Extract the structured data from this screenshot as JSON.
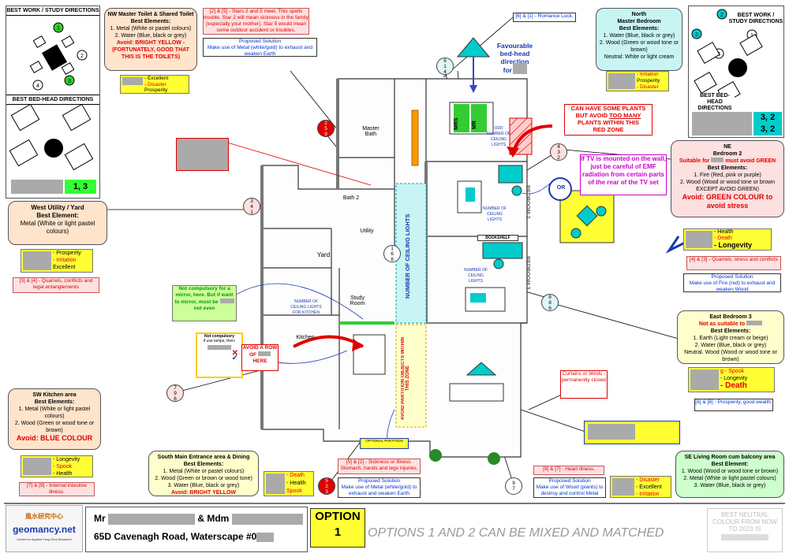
{
  "study_panel": {
    "title": "BEST WORK / STUDY DIRECTIONS",
    "numbers": [
      "1",
      "2",
      "3",
      "4"
    ]
  },
  "bedhead_panel": {
    "title": "BEST BED-HEAD DIRECTIONS",
    "value": "1, 3"
  },
  "right_panel": {
    "title": "BEST WORK / STUDY DIRECTIONS",
    "numbers": [
      "1",
      "2",
      "3",
      "4"
    ],
    "bedhead_title": "BEST BED-HEAD DIRECTIONS",
    "value1": "3, 2",
    "value2": "3, 2"
  },
  "nw_toilet": {
    "title": "NW Master Toilet & Shared Toilet",
    "best": "Best Elements:",
    "e1": "1. Metal (White or pastel colours)",
    "e2": "2. Water (Blue, black or grey)",
    "avoid": "Avoid: BRIGHT YELLOW - (FORTUNATELY, GOOD THAT THIS IS THE TOILETS)",
    "r1": "- Excellent",
    "r2": "- Disaster",
    "r3": "Prosperity"
  },
  "stars_note": {
    "text": "[2] & [5] - Stars 2 and 5 meet. This spells trouble. Star 2 will mean sickness in the family (especially your mother). Star 5 would mean some outdoor accident or troubles."
  },
  "nw_proposal": {
    "title": "Proposed Solution",
    "text": "Make use of Metal (white/gold) to exhaust and weaken Earth"
  },
  "romance": {
    "text": "[6] & [1] - Romance Luck."
  },
  "north_bed": {
    "title": "North",
    "title2": "Master Bedroom",
    "best": "Best Elements:",
    "e1": "1. Water (Blue, black or grey)",
    "e2": "2. Wood (Green or wood tone or brown)",
    "neutral": "Neutral: White or light cream",
    "r1": "- Irritation",
    "r2": "Prosperity",
    "r3": "- Disaster"
  },
  "favourable": {
    "line1": "Favourable",
    "line2": "bed-head",
    "line3": "direction",
    "line4": "for"
  },
  "plants_warn": {
    "l1": "CAN HAVE SOME PLANTS",
    "l2": "BUT AVOID",
    "l2u": "TOO MANY",
    "l3": "PLANTS WITHIN THIS",
    "l4": "RED ZONE"
  },
  "tv_warn": {
    "text": "If TV is mounted on the wall, just be careful of EMF radiation from certain parts of the rear of the TV set"
  },
  "ne_bed": {
    "title": "NE",
    "title2": "Bedroom 2",
    "suitable": "Suitable for",
    "must": "must avoid GREEN",
    "best": "Best Elements:",
    "e1": "1. Fire (Red, pink or purple)",
    "e2": "2. Wood (Wood or wood tone or brown EXCEPT AVOID GREEN)",
    "avoid": "Avoid: GREEN COLOUR to avoid stress",
    "r1": "- Health",
    "r2": "- Death",
    "r3": "- Longevity"
  },
  "ne_quarrel": {
    "text": "[4] & [3] - Quarrels, stress and conflicts"
  },
  "ne_proposal": {
    "title": "Proposed Solution",
    "text": "Make use of Fire (red) to exhaust and weaken Wood"
  },
  "west_yard": {
    "title": "West Utility / Yard",
    "best": "Best Element:",
    "e1": "Metal (White or light pastel colours)",
    "r1": "- Prosperity",
    "r2": "- Irritation",
    "r3": "Excellent",
    "quarrel": "[3] & [4] - Quarrels, conflicts and legal entanglements"
  },
  "mirror": {
    "text": "Not compulsory for a mirror, here. But if want to mirror, must be",
    "tail": "not even"
  },
  "not_comp": {
    "text": "Not compulsory",
    "text2": "if use",
    "text3": "lamps, then:"
  },
  "avoid_row": {
    "l1": "AVOID A ROW",
    "l2": "OF",
    "l3": "HERE"
  },
  "east_bed": {
    "title": "East Bedroom 3",
    "suitable": "Not as suitable to",
    "best": "Best Elements:",
    "e1": "1. Earth (Light cream or beige)",
    "e2": "2. Water (Blue, black or grey)",
    "neutral": "Neutral. Wood (Wood or wood tone or brown)",
    "r1": "g - Spook",
    "r2": "- Longevity",
    "r3": "- Death",
    "prosperity": "[8] & [8] - Prosperity, good wealth."
  },
  "curtains": {
    "text": "Curtains or blinds - permanently closed"
  },
  "sw_kitchen": {
    "title": "SW Kitchen area",
    "best": "Best Elements:",
    "e1": "1. Metal (White or light pastel colours)",
    "e2": "2. Wood (Green or wood tone or brown)",
    "avoid": "Avoid: BLUE COLOUR",
    "r1": "- Longevity",
    "r2": "- Spook",
    "r3": "- Health",
    "illness": "[7] & [9] - Internal intestine illness."
  },
  "south_main": {
    "title": "South Main Entrance area & Dining",
    "best": "Best Elements:",
    "e1": "1. Metal (White or pastel colours)",
    "e2": "2. Wood (Green or brown or wood tone)",
    "e3": "3. Water (Blue, black or grey)",
    "avoid": "Avoid: BRIGHT YELLOW",
    "r1": "- Death",
    "r2": "- Health",
    "r3": "Spook"
  },
  "s_sick": {
    "text": "[5] & [2] - Sickness or illness. Stomach, hands and legs injuries."
  },
  "s_proposal": {
    "title": "Proposed Solution",
    "text": "Make use of Metal (white/gold) to exhaust and weaken Earth"
  },
  "heart": {
    "text": "[9] & [7] - Heart illness."
  },
  "c_proposal": {
    "title": "Proposed Solution",
    "text": "Make use of Wood (plants) to destroy and control Metal"
  },
  "se_living": {
    "title": "SE Living Room cum balcony area",
    "best": "Best Element:",
    "e1": "1. Wood (Wood or wood tone or brown)",
    "e2": "2. Metal (White or light pastel colours)",
    "e3": "3. Water (Blue, black or grey)",
    "r1": "- Disaster",
    "r2": "- Excellent",
    "r3": "- Irritation"
  },
  "stars": {
    "c_sw": [
      "2",
      "5",
      "9"
    ],
    "c_w": [
      "3",
      "4",
      "1"
    ],
    "c_ctr": [
      "1",
      "6",
      "8"
    ],
    "c_n": [
      "6",
      "1",
      "4"
    ],
    "c_ne": [
      "4",
      "3",
      "2"
    ],
    "c_e": [
      "8",
      "8",
      "6"
    ],
    "c_s": [
      "5",
      "2",
      "3"
    ],
    "c_sw2": [
      "7",
      "9",
      "6"
    ],
    "c_se": [
      "9",
      "7"
    ]
  },
  "floor_labels": {
    "master_bath": "Master Bath",
    "bath2": "Bath 2",
    "yard": "Yard",
    "utility": "Utility",
    "kitchen": "Kitchen",
    "study": "Study Room",
    "bedroom2": "BEDROOM 2",
    "bedroom3": "BEDROOM 3",
    "bookshelf": "BOOKSHELF",
    "ceiling": "NUMBER OF CEILING LIGHTS",
    "ceiling_small1": "ODD NUMBER OF CEILING LIGHTS",
    "ceiling_small2": "NUMBER OF CEILING LIGHTS",
    "ceiling_small3": "NUMBER OF CEILING LIGHTS",
    "ceiling_kitchen": "NUMBER OF CEILING LIGHTS FOR KITCHEN",
    "avoid_partition": "AVOID PARTITION OBJECTS WITHIN THIS ZONE",
    "or": "OR",
    "mrs": "MRS",
    "mr": "MR",
    "optional": "OPTIONAL PARTITION"
  },
  "footer": {
    "mr": "Mr",
    "mdm": "& Mdm",
    "address": "65D Cavenagh Road, Waterscape #0",
    "option_label": "OPTION",
    "option_num": "1",
    "options_text": "OPTIONS 1 AND 2 CAN BE MIXED AND MATCHED",
    "neutral": "BEST NEUTRAL COLOUR FROM NOW TO 2023 IS",
    "logo_cn": "風水研究中心",
    "logo": "geomancy.net",
    "logo_sub": "Center for Applied Feng Shui Research"
  },
  "colors": {
    "red": "#e00000",
    "yellow": "#ffff33",
    "green_box": "#ccffcc",
    "peach": "#ffe4cc",
    "pink": "#fde0e0",
    "light_yellow": "#ffffcc",
    "cyan": "#00cccc",
    "green": "#33cc33"
  }
}
